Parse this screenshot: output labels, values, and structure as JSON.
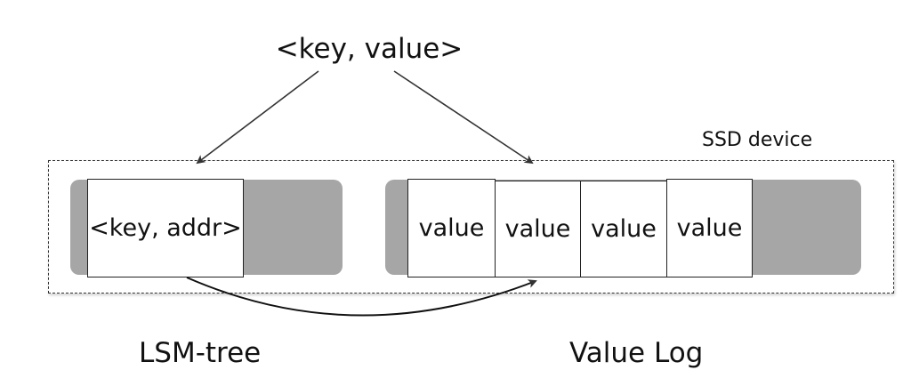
{
  "diagram": {
    "input_label": "<key, value>",
    "device_label": "SSD device",
    "lsm": {
      "entry_label": "<key, addr>",
      "caption": "LSM-tree"
    },
    "value_log": {
      "cells": [
        "value",
        "value",
        "value",
        "value"
      ],
      "caption": "Value Log"
    }
  },
  "colors": {
    "strip": "#a6a6a6",
    "line": "#333333",
    "text": "#111111"
  }
}
